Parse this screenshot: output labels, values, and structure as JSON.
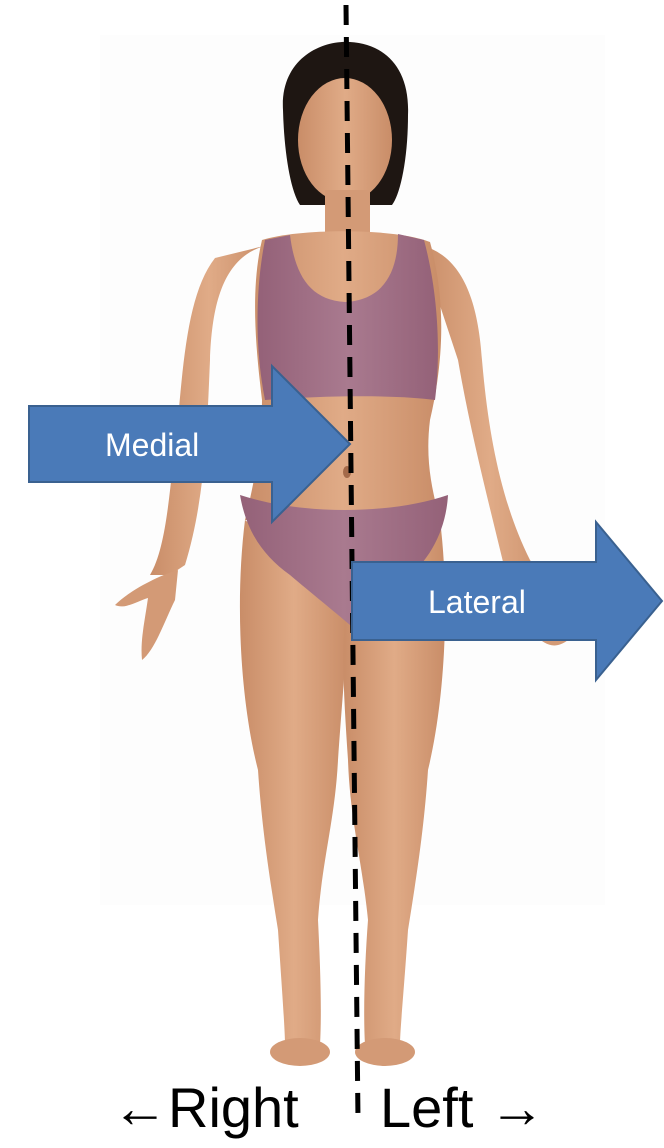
{
  "figure": {
    "arrows": {
      "medial": {
        "label": "Medial",
        "color": "#4a7ab8",
        "stroke": "#3a6190"
      },
      "lateral": {
        "label": "Lateral",
        "color": "#4a7ab8",
        "stroke": "#3a6190"
      }
    },
    "directions": {
      "right": "←Right",
      "left": "Left →"
    },
    "midline": {
      "style": "dashed",
      "color": "#000000"
    },
    "subject": {
      "skin_color": "#d9a07c",
      "garment_color": "#a4728a"
    }
  }
}
